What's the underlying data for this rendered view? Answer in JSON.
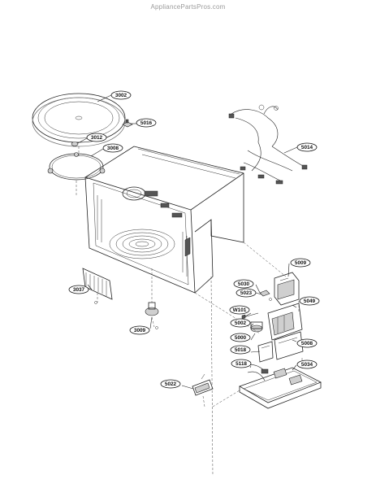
{
  "watermark": "AppliancePartsPros.com",
  "callouts": {
    "c3002": "3002",
    "c5016": "5016",
    "c3012": "3012",
    "c3008": "3008",
    "c5014": "5014",
    "c5009": "5009",
    "c5030": "5030",
    "c5023": "5023",
    "c5049": "5049",
    "c3037": "3037",
    "cW101": "W101",
    "c5002": "5002",
    "c5000": "5000",
    "c5008": "5008",
    "c3009": "3009",
    "c5018": "5018",
    "c5034": "5034",
    "c5118": "5118",
    "c5022": "5022"
  }
}
